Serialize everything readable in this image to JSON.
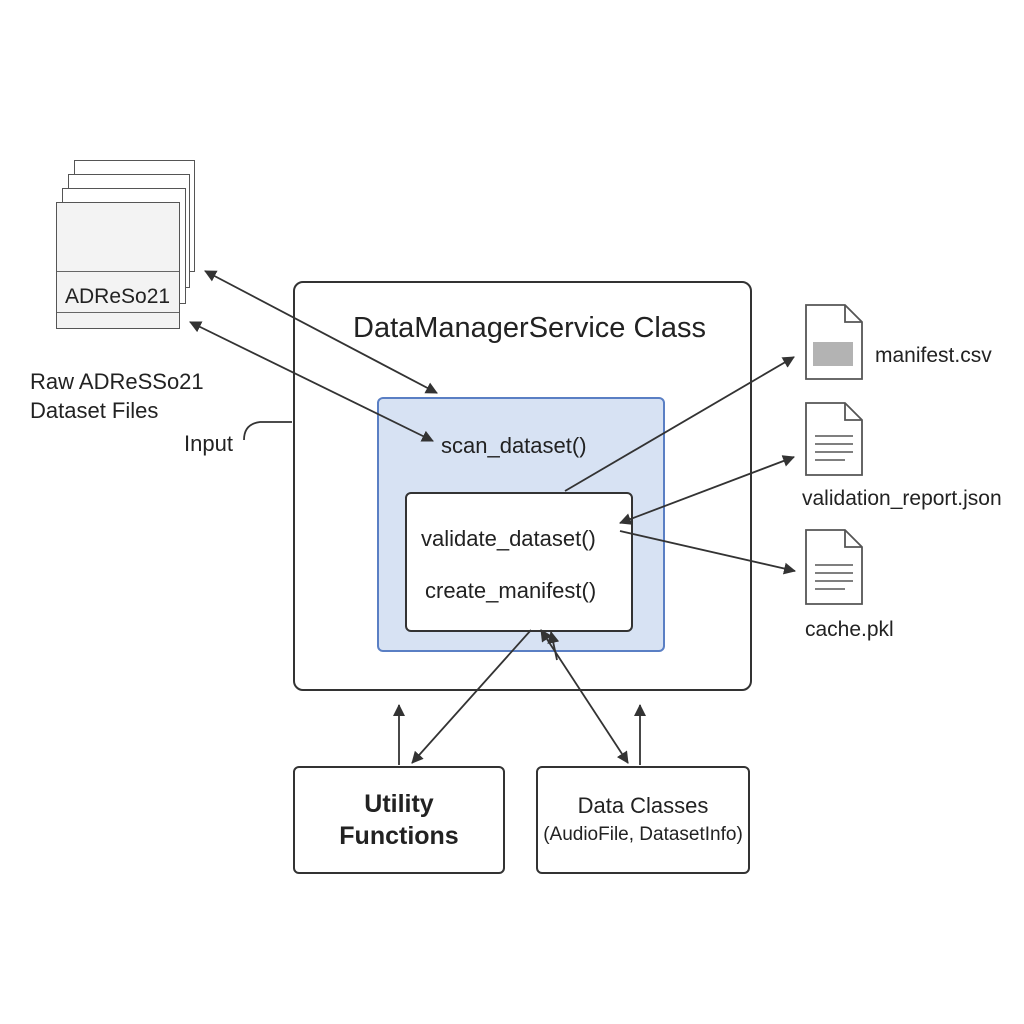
{
  "raw_files": {
    "stack_label": "ADReSo21",
    "caption_line1": "Raw ADReSSo21",
    "caption_line2": "Dataset Files"
  },
  "input_label": "Input",
  "service": {
    "title": "DataManagerService Class",
    "scan_method": "scan_dataset()",
    "validate_method": "validate_dataset()",
    "manifest_method": "create_manifest()"
  },
  "outputs": [
    {
      "name": "manifest.csv",
      "icon": "filled-document-icon"
    },
    {
      "name": "validation_report.json",
      "icon": "lined-document-icon"
    },
    {
      "name": "cache.pkl",
      "icon": "lined-document-icon"
    }
  ],
  "bottom": {
    "utility_line1": "Utility",
    "utility_line2": "Functions",
    "data_classes_title": "Data Classes",
    "data_classes_detail": "(AudioFile, DatasetInfo)"
  },
  "colors": {
    "inner_fill": "#d7e2f3",
    "inner_border": "#5a7fc4",
    "line": "#333333"
  }
}
